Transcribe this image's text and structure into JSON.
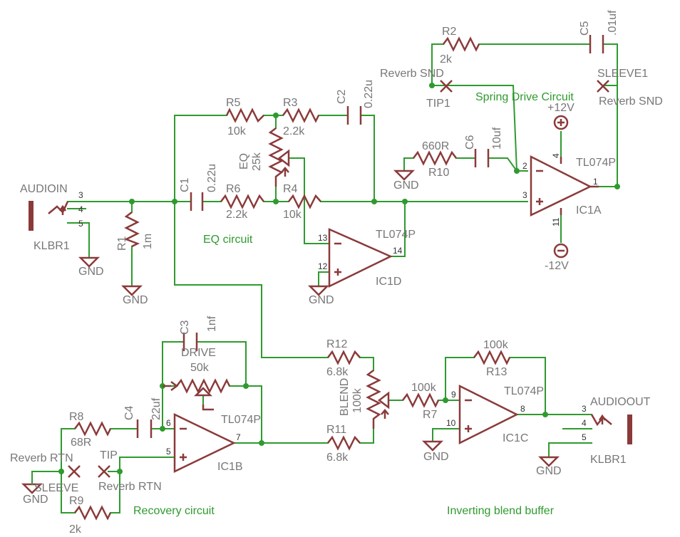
{
  "sections": {
    "spring_drive": "Spring Drive Circuit",
    "eq": "EQ circuit",
    "recovery": "Recovery circuit",
    "blend": "Inverting blend buffer"
  },
  "components": {
    "r1": {
      "name": "R1",
      "value": "1m"
    },
    "r2": {
      "name": "R2",
      "value": "2k"
    },
    "r3": {
      "name": "R3",
      "value": "2.2k"
    },
    "r4": {
      "name": "R4",
      "value": "10k"
    },
    "r5": {
      "name": "R5",
      "value": "10k"
    },
    "r6": {
      "name": "R6",
      "value": "2.2k"
    },
    "r7": {
      "name": "R7",
      "value": "100k"
    },
    "r8": {
      "name": "R8",
      "value": "68R"
    },
    "r9": {
      "name": "R9",
      "value": "2k"
    },
    "r10": {
      "name": "R10",
      "value": "660R"
    },
    "r11": {
      "name": "R11",
      "value": "6.8k"
    },
    "r12": {
      "name": "R12",
      "value": "6.8k"
    },
    "r13": {
      "name": "R13",
      "value": "100k"
    },
    "c1": {
      "name": "C1",
      "value": "0.22u"
    },
    "c2": {
      "name": "C2",
      "value": "0.22u"
    },
    "c3": {
      "name": "C3",
      "value": "1nf"
    },
    "c4": {
      "name": "C4",
      "value": "22uf"
    },
    "c5": {
      "name": "C5",
      "value": ".01uf"
    },
    "c6": {
      "name": "C6",
      "value": "10uf"
    },
    "eq_pot": {
      "name": "EQ",
      "value": "25k"
    },
    "drive_pot": {
      "name": "DRIVE",
      "value": "50k"
    },
    "blend_pot": {
      "name": "BLEND",
      "value": "100k"
    }
  },
  "opamps": {
    "ic1a": {
      "name": "IC1A",
      "part": "TL074P",
      "pin_minus": "2",
      "pin_plus": "3",
      "pin_out": "1",
      "pin_vp": "4",
      "pin_vn": "11"
    },
    "ic1b": {
      "name": "IC1B",
      "part": "TL074P",
      "pin_minus": "6",
      "pin_plus": "5",
      "pin_out": "7"
    },
    "ic1c": {
      "name": "IC1C",
      "part": "TL074P",
      "pin_minus": "9",
      "pin_plus": "10",
      "pin_out": "8"
    },
    "ic1d": {
      "name": "IC1D",
      "part": "TL074P",
      "pin_minus": "13",
      "pin_plus": "12",
      "pin_out": "14"
    }
  },
  "supplies": {
    "pos": "+12V",
    "neg": "-12V",
    "gnd": "GND"
  },
  "jacks": {
    "in": {
      "name": "AUDIOIN",
      "ref": "KLBR1",
      "pins": [
        "3",
        "4",
        "5"
      ]
    },
    "out": {
      "name": "AUDIOOUT",
      "ref": "KLBR1",
      "pins": [
        "3",
        "4",
        "5"
      ]
    }
  },
  "connectors": {
    "reverb_snd_tip": "Reverb SND",
    "tip1": "TIP1",
    "sleeve1": "SLEEVE1",
    "reverb_snd_sleeve": "Reverb SND",
    "reverb_rtn_sleeve": "Reverb RTN",
    "sleeve": "SLEEVE",
    "tip": "TIP",
    "reverb_rtn_tip": "Reverb RTN"
  },
  "colors": {
    "wire": "#2f9a2f",
    "component": "#8b3a3a",
    "label": "#777777"
  }
}
